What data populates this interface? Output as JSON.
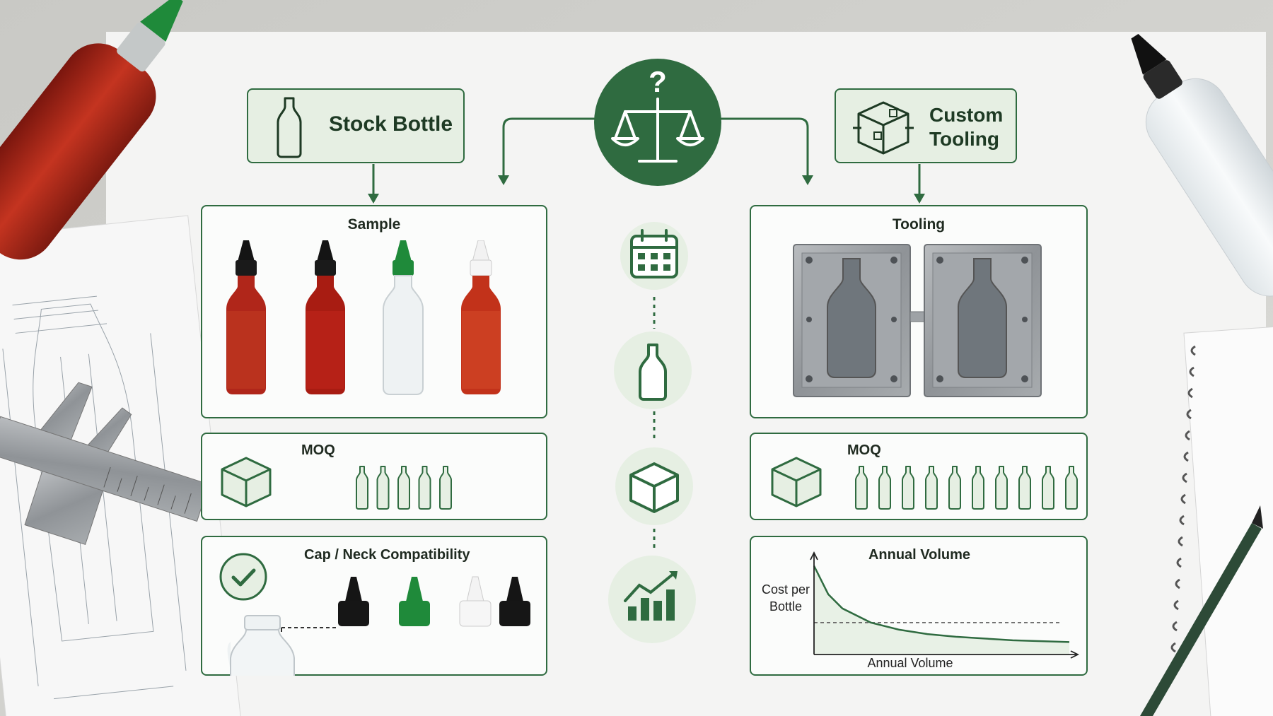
{
  "left": {
    "header": "Stock Bottle",
    "sample_title": "Sample",
    "moq_title": "MOQ",
    "compat_title": "Cap / Neck Compatibility",
    "moq_bottle_count": 5
  },
  "right": {
    "header_line1": "Custom",
    "header_line2": "Tooling",
    "tooling_title": "Tooling",
    "moq_title": "MOQ",
    "volume_title": "Annual Volume",
    "moq_bottle_count": 10
  },
  "center": {
    "top_icon": "balance-scale-question-icon",
    "steps": [
      "calendar-icon",
      "bottle-icon",
      "box-icon",
      "growth-chart-icon"
    ]
  },
  "chart_data": {
    "type": "line",
    "title": "Annual Volume",
    "xlabel": "Annual Volume",
    "ylabel": "Cost per Bottle",
    "x": [
      1,
      1.5,
      2,
      3,
      4,
      5,
      6,
      8,
      10
    ],
    "y": [
      10,
      6.8,
      5.2,
      3.6,
      2.8,
      2.3,
      2.0,
      1.6,
      1.4
    ],
    "reference_line_y": 3.6,
    "xlim": [
      1,
      10
    ],
    "ylim": [
      0,
      11
    ],
    "grid": false,
    "series_color": "#2f6b40"
  },
  "colors": {
    "accent": "#2f6b40",
    "accent_dark": "#24553a",
    "panel_fill": "#e6efe3",
    "sauce_red": "#b8281a"
  }
}
